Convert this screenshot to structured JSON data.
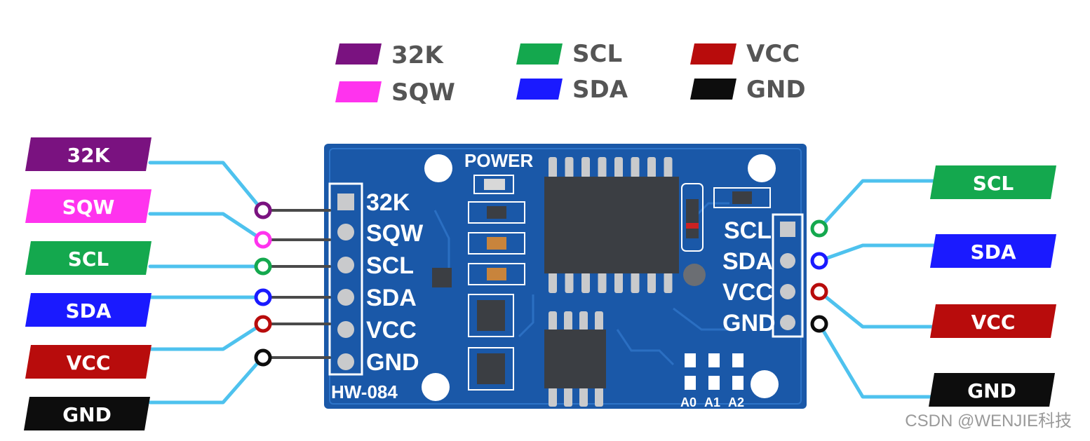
{
  "colors": {
    "32K": "#7a1280",
    "SQW": "#ff33ee",
    "SCL": "#14a84e",
    "SDA": "#1a1aff",
    "VCC": "#b80c0c",
    "GND": "#0d0d0d",
    "wire": "#4ec2ee",
    "board": "#1a58a8",
    "board_dark": "#123f80",
    "chip": "#3b3e43",
    "pin_metal": "#c9cacc"
  },
  "legend": [
    {
      "label": "32K",
      "color_key": "32K"
    },
    {
      "label": "SQW",
      "color_key": "SQW"
    },
    {
      "label": "SCL",
      "color_key": "SCL"
    },
    {
      "label": "SDA",
      "color_key": "SDA"
    },
    {
      "label": "VCC",
      "color_key": "VCC"
    },
    {
      "label": "GND",
      "color_key": "GND"
    }
  ],
  "left_tags": [
    {
      "label": "32K",
      "color_key": "32K"
    },
    {
      "label": "SQW",
      "color_key": "SQW"
    },
    {
      "label": "SCL",
      "color_key": "SCL"
    },
    {
      "label": "SDA",
      "color_key": "SDA"
    },
    {
      "label": "VCC",
      "color_key": "VCC"
    },
    {
      "label": "GND",
      "color_key": "GND"
    }
  ],
  "right_tags": [
    {
      "label": "SCL",
      "color_key": "SCL"
    },
    {
      "label": "SDA",
      "color_key": "SDA"
    },
    {
      "label": "VCC",
      "color_key": "VCC"
    },
    {
      "label": "GND",
      "color_key": "GND"
    }
  ],
  "board": {
    "left_header_labels": [
      "32K",
      "SQW",
      "SCL",
      "SDA",
      "VCC",
      "GND"
    ],
    "right_header_labels": [
      "SCL",
      "SDA",
      "VCC",
      "GND"
    ],
    "power_label": "POWER",
    "model_label": "HW-084",
    "address_pads": [
      "A0",
      "A1",
      "A2"
    ]
  },
  "watermark": "CSDN @WENJIE科技"
}
